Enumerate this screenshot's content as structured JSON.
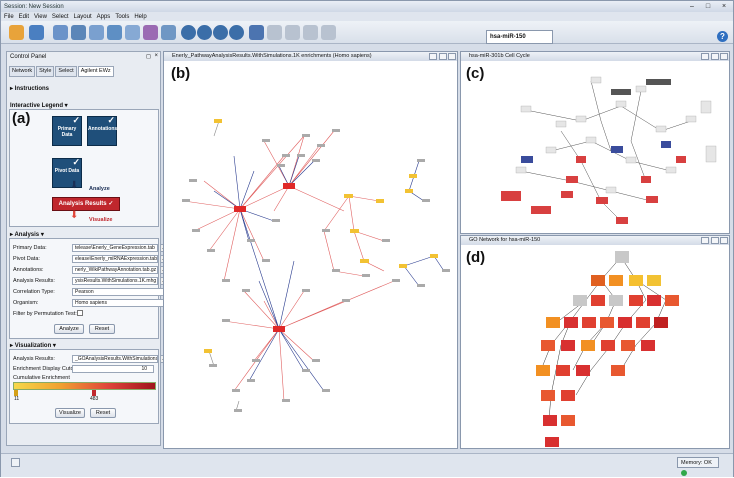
{
  "window": {
    "title": "Session: New Session"
  },
  "menu": [
    "File",
    "Edit",
    "View",
    "Select",
    "Layout",
    "Apps",
    "Tools",
    "Help"
  ],
  "toolbar": {
    "search_value": "hsa-miR-150"
  },
  "control_panel": {
    "title": "Control Panel",
    "tabs": [
      "Network",
      "Style",
      "Select",
      "Agilent EWz"
    ],
    "instructions": "Instructions",
    "interactive_legend": "Interactive Legend",
    "label_a": "(a)",
    "nodes": {
      "primary": "Primary Data",
      "annotations": "Annotations",
      "pivot": "Pivot Data",
      "analysis_results": "Analysis Results"
    },
    "analyze_label": "Analyze",
    "visualize_label": "Visualize",
    "analysis_title": "Analysis",
    "fields": [
      {
        "label": "Primary Data:",
        "value": "telease\\Enerly_GeneExpression.tab"
      },
      {
        "label": "Pivot Data:",
        "value": "elease\\Enerly_miRNAExpression.tab"
      },
      {
        "label": "Annotations:",
        "value": "nerly_WikiPathwayAnnotation.tab.gz"
      },
      {
        "label": "Analysis Results:",
        "value": "ysisResults.WithSimulations.1K.mhg"
      }
    ],
    "correlation": {
      "label": "Correlation Type:",
      "value": "Pearson"
    },
    "organism": {
      "label": "Organism:",
      "value": "Homo sapiens"
    },
    "permutation": "Filter by Permutation Test:",
    "analyze_btn": "Analyze",
    "reset_btn": "Reset",
    "visualization_title": "Visualization",
    "vis_results": {
      "label": "Analysis Results:",
      "value": "_GOAnalysisResults.WithSimulations.1K.mhg"
    },
    "cutoff": {
      "label": "Enrichment Display Cutoff:",
      "value": "10"
    },
    "cumulative": "Cumulative Enrichment",
    "scale_min": "11",
    "scale_max": "483",
    "visualize_btn": "Visualize",
    "reset2_btn": "Reset"
  },
  "panels": {
    "b": {
      "title": "Enerly_PathwayAnalysisResults.WithSimulations.1K enrichments (Homo sapiens)",
      "label": "(b)"
    },
    "c": {
      "title": "hsa-miR-301b Cell Cycle",
      "label": "(c)"
    },
    "d": {
      "title": "GO Network for hsa-miR-150",
      "label": "(d)"
    }
  },
  "status": {
    "memory": "Memory: OK"
  },
  "colors": {
    "node_dark": "#1f4f7a",
    "analysis_red": "#c0272d",
    "accent_red": "#e0453a",
    "edge_blue": "#2a3c8f"
  }
}
